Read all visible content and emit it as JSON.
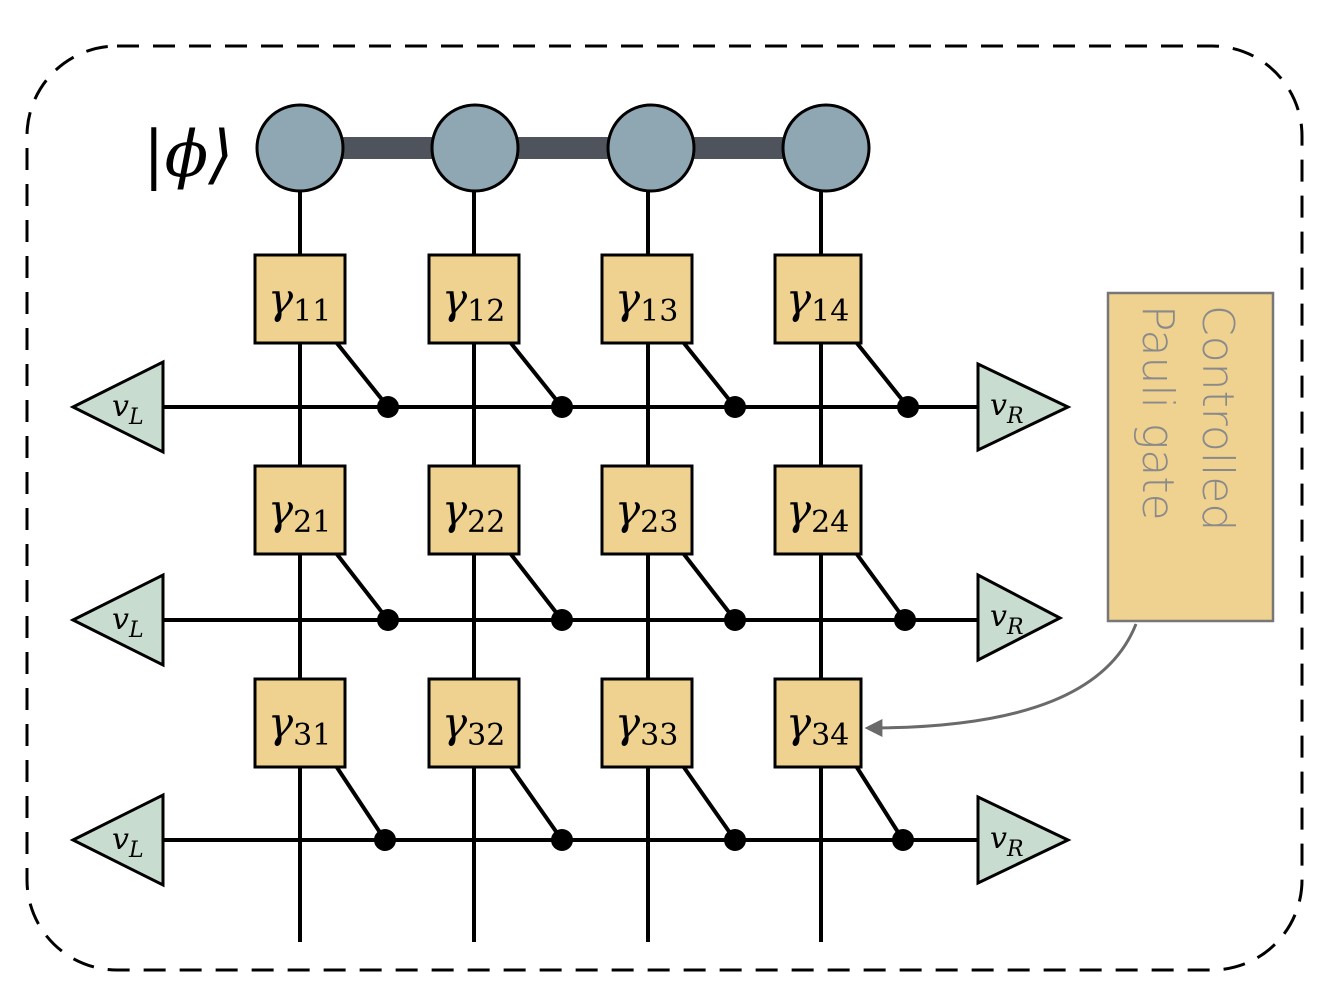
{
  "diagram": {
    "state_label": {
      "main": "|ϕ⟩"
    },
    "gate_symbol": "γ",
    "gate_rows": [
      [
        "11",
        "12",
        "13",
        "14"
      ],
      [
        "21",
        "22",
        "23",
        "24"
      ],
      [
        "31",
        "32",
        "33",
        "34"
      ]
    ],
    "left_boundary": {
      "symbol": "v",
      "subscript": "L"
    },
    "right_boundary": {
      "symbol": "v",
      "subscript": "R"
    },
    "annotation": {
      "line1": "Controlled",
      "line2": "Pauli gate"
    },
    "colors": {
      "site": "#8fa7b2",
      "bond": "#4f545c",
      "gate": "#efd290",
      "boundary": "#c8dcd0",
      "line": "#000000",
      "annotation_text": "#8a8a8a",
      "arrow": "#6a6a6a"
    }
  }
}
